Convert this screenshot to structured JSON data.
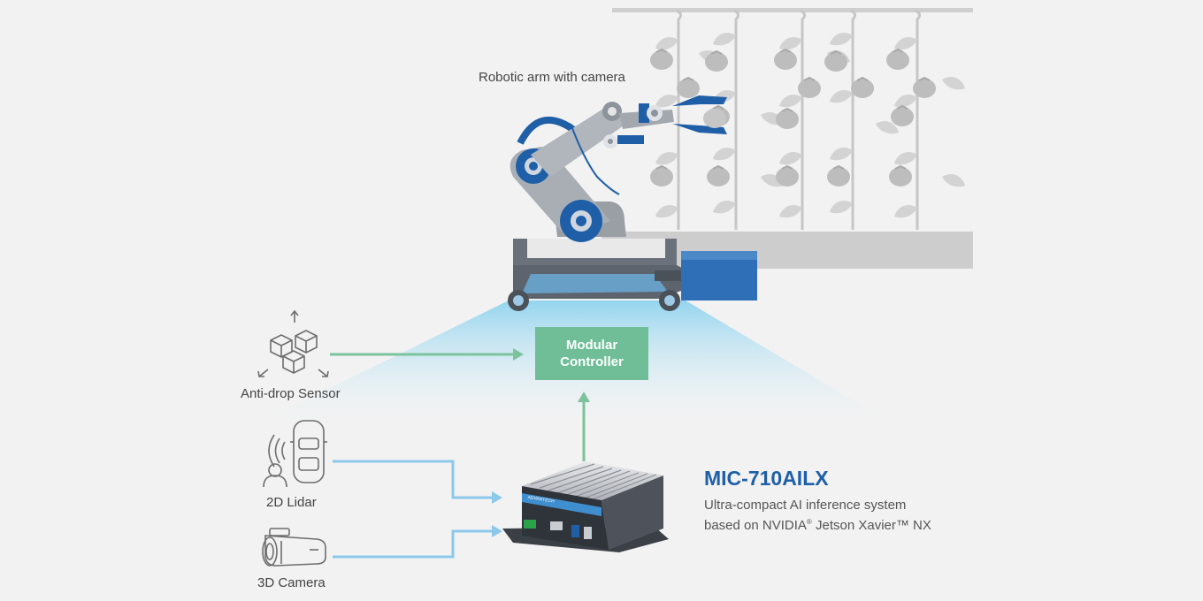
{
  "labels": {
    "robotic_arm": "Robotic arm with camera",
    "anti_drop": "Anti-drop Sensor",
    "lidar": "2D Lidar",
    "camera": "3D Camera"
  },
  "controller": {
    "line1": "Modular",
    "line2": "Controller"
  },
  "product": {
    "name": "MIC-710AILX",
    "desc_line1": "Ultra-compact AI inference system",
    "desc_line2_a": "based on NVIDIA",
    "desc_line2_reg": "®",
    "desc_line2_b": " Jetson Xavier™ NX",
    "device_brand": "ADVANTECH"
  },
  "colors": {
    "green_arrow": "#7cc39d",
    "blue_arrow": "#8cc8ea",
    "robot_blue": "#1f5fa8",
    "plant_gray": "#d0d0d0"
  }
}
